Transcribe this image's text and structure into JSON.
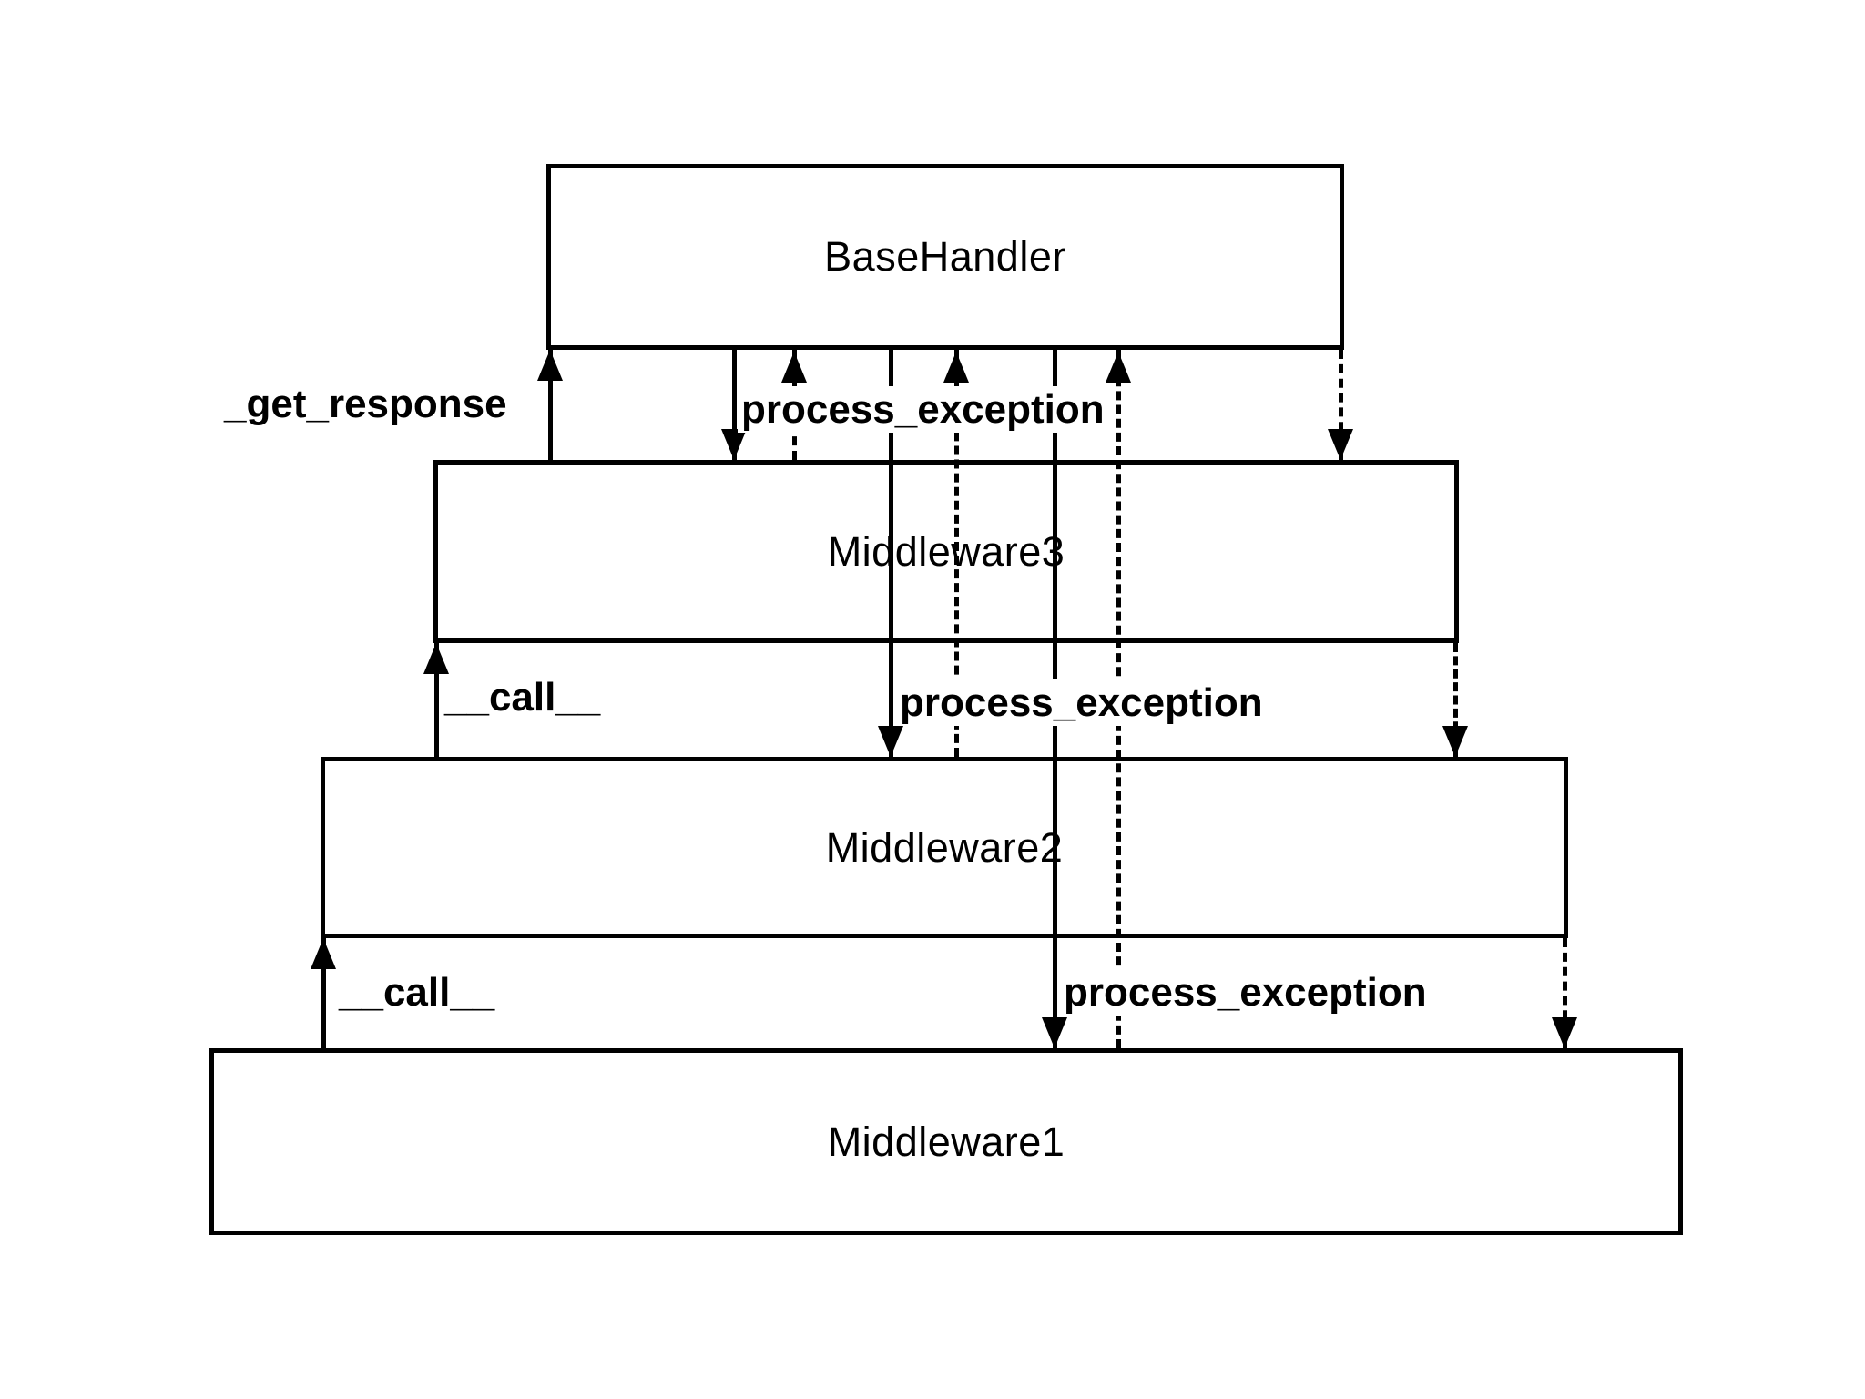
{
  "diagram": {
    "background": "#ffffff",
    "line_color": "#000000",
    "text_color": "#000000",
    "nodes": [
      {
        "id": "basehandler",
        "label": "BaseHandler"
      },
      {
        "id": "middleware3",
        "label": "Middleware3"
      },
      {
        "id": "middleware2",
        "label": "Middleware2"
      },
      {
        "id": "middleware1",
        "label": "Middleware1"
      }
    ],
    "edge_labels": {
      "get_response": "_get_response",
      "process_exception_top": "process_exception",
      "call_upper": "__call__",
      "process_exception_middle": "process_exception",
      "call_lower": "__call__",
      "process_exception_bottom": "process_exception"
    }
  }
}
